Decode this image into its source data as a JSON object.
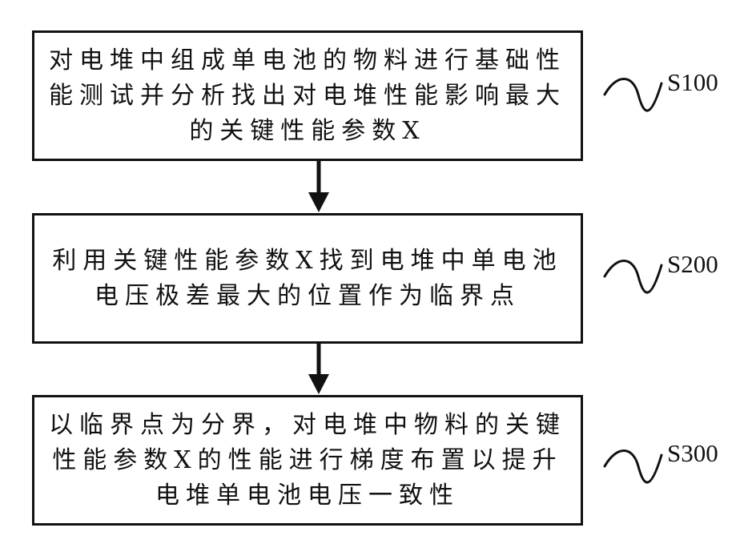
{
  "steps": [
    {
      "id": "S100",
      "lines": [
        "对电堆中组成单电池的物料进行基础性",
        "能测试并分析找出对电堆性能影响最大",
        "的关键性能参数X"
      ]
    },
    {
      "id": "S200",
      "lines": [
        "利用关键性能参数X找到电堆中单电池",
        "电压极差最大的位置作为临界点"
      ]
    },
    {
      "id": "S300",
      "lines": [
        "以临界点为分界，对电堆中物料的关键",
        "性能参数X的性能进行梯度布置以提升",
        "电堆单电池电压一致性"
      ]
    }
  ]
}
